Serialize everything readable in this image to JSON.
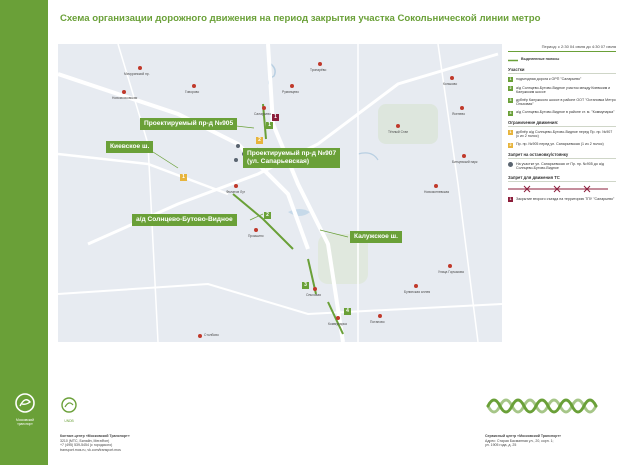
{
  "title": "Схема организации дорожного движения на период закрытия участка Сокольнической линии метро",
  "period": "Период: с 2:30 04 июля до 4:30 07 июля",
  "map": {
    "callouts": {
      "kievskoe": "Киевское ш.",
      "pr905": "Проектируемый пр-д №905",
      "pr907_line1": "Проектируемый пр-д №907",
      "pr907_line2": "(ул. Сапарьевская)",
      "solntsevo": "а/д Солнцево-Бутово-Видное",
      "kaluzhskoe": "Калужское ш."
    },
    "stations": {
      "s1": "Мичуринский пр.",
      "s2": "Тропарёво",
      "s3": "Румянцево",
      "s4": "Саларьево",
      "s5": "Филатов Луг",
      "s6": "Прокшино",
      "s7": "Ольховая",
      "s8": "Коммунарка",
      "s9": "Новомосковская",
      "s10": "Говорово",
      "s11": "Тёплый Стан",
      "s12": "Ясенево",
      "s13": "Битцевский парк",
      "s14": "Новоясеневская",
      "s15": "Бунинская аллея",
      "s16": "Улица Горчакова",
      "s17": "Потапово",
      "s18": "Коньково",
      "s19": "Столбово"
    },
    "badges": [
      "1",
      "2",
      "3",
      "4",
      "1",
      "2",
      "1"
    ]
  },
  "legend": {
    "highlighted_lanes": "Выделенные полосы",
    "sections_title": "Участки",
    "sections": [
      {
        "num": "1",
        "text": "подъездная дорога к ОРП \"Саларьево\""
      },
      {
        "num": "2",
        "text": "а/д Солнцево-Бутово-Видное участок между Киевским и Калужским шоссе"
      },
      {
        "num": "3",
        "text": "дублёр Калужского шоссе в районе ООТ \"Остановка Метро Ольховая\""
      },
      {
        "num": "4",
        "text": "а/д Солнцево-Бутово-Видное в районе ст. м. \"Коммунарка\""
      }
    ],
    "restriction_title": "Ограничение движения:",
    "restrictions": [
      {
        "num": "1",
        "text": "дублёр а/д Солнцево-Бутово-Видное перед Пр. пр. №907 (с их 2 полос)"
      },
      {
        "num": "2",
        "text": "Пр. пр. №905 перед ул. Сапарьевская (1 из 2 полос)"
      }
    ],
    "stop_ban_title": "Запрет на остановку/стоянку",
    "stop_ban_text": "На участке ул. Сапарьевская от Пр. пр. №905 до а/д Солнцево-Бутово-Видное",
    "traffic_ban_title": "Запрет для движения ТС",
    "closure_text": "Закрытие второго съезда на территорию ТПУ \"Саларьево\"",
    "closure_num": "1"
  },
  "footer": {
    "logo1_label": "Московский транспорт",
    "logo2_label": "UNDB",
    "left_contacts": {
      "heading": "Контакт-центр «Московский Транспорт»",
      "line1": "3210 (МТС, Билайн, МегаФон)",
      "line2": "+7 (495) 539-5454 (с городского)",
      "line3": "transport.mos.ru, vk.com/transport.mos"
    },
    "right_contacts": {
      "heading": "Сервисный центр «Московский Транспорт»",
      "line1": "Адрес: Старая Басманная ул., 20, корп. 1;",
      "line2": "ул. 1905 года, д. 25"
    }
  },
  "colors": {
    "brand_green": "#6aa038",
    "restriction_yellow": "#e7b43c",
    "ban_red": "#c0392b",
    "closure_maroon": "#8b1d3a"
  }
}
